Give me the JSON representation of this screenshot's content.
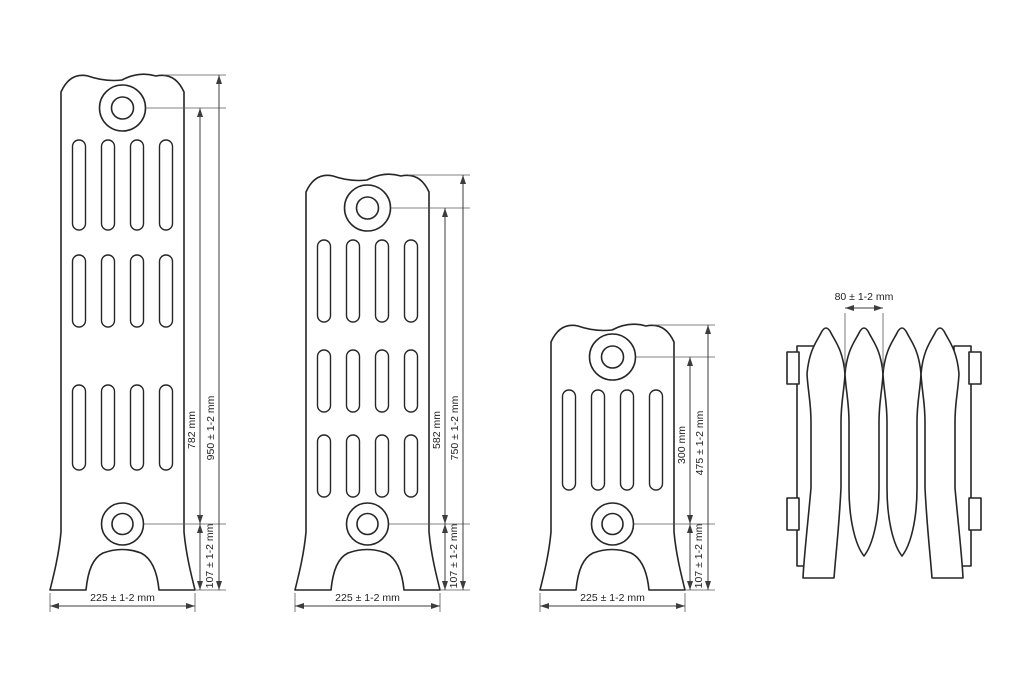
{
  "radiators": [
    {
      "name": "radiator-height-950",
      "axis_distance": "782 mm",
      "overall_height": "950 ± 1-2 mm",
      "foot_height": "107 ± 1-2 mm",
      "width": "225 ± 1-2 mm"
    },
    {
      "name": "radiator-height-750",
      "axis_distance": "582 mm",
      "overall_height": "750 ± 1-2 mm",
      "foot_height": "107 ± 1-2 mm",
      "width": "225 ± 1-2 mm"
    },
    {
      "name": "radiator-height-475",
      "axis_distance": "300 mm",
      "overall_height": "475 ± 1-2 mm",
      "foot_height": "107 ± 1-2 mm",
      "width": "225 ± 1-2 mm"
    }
  ],
  "side_view": {
    "depth": "80 ± 1-2 mm"
  },
  "colors": {
    "line": "#262626",
    "dimension": "#3c3c3c",
    "background": "#ffffff",
    "label_text": "#222222"
  }
}
